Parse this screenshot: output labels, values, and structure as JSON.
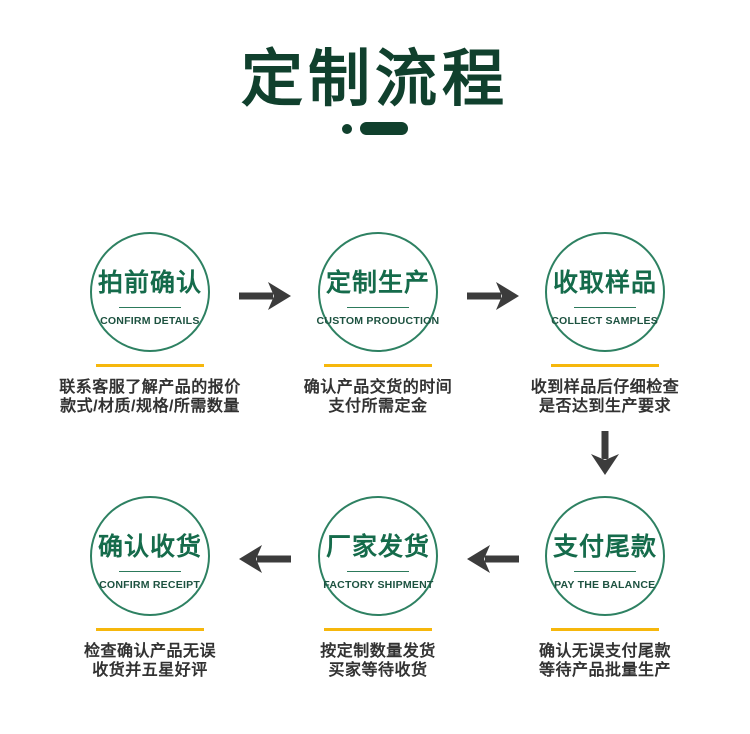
{
  "header": {
    "title": "定制流程"
  },
  "colors": {
    "title_green": "#10402d",
    "circle_border_green": "#2e8162",
    "step_zh_green": "#156b4b",
    "step_en_green": "#1d5240",
    "accent_yellow": "#f6b70c",
    "arrow_gray": "#3c3c3c",
    "body_text": "#323232",
    "page_bg": "#ffffff"
  },
  "icons": {
    "flow_arrows": [
      "arrow-right",
      "arrow-right",
      "arrow-down",
      "arrow-left",
      "arrow-left"
    ],
    "title_decoration": [
      "dot",
      "dash"
    ]
  },
  "steps": [
    {
      "zh": "拍前确认",
      "en": "CONFIRM DETAILS",
      "desc_line1": "联系客服了解产品的报价",
      "desc_line2": "款式/材质/规格/所需数量"
    },
    {
      "zh": "定制生产",
      "en": "CUSTOM PRODUCTION",
      "desc_line1": "确认产品交货的时间",
      "desc_line2": "支付所需定金"
    },
    {
      "zh": "收取样品",
      "en": "COLLECT SAMPLES",
      "desc_line1": "收到样品后仔细检查",
      "desc_line2": "是否达到生产要求"
    },
    {
      "zh": "支付尾款",
      "en": "PAY THE BALANCE",
      "desc_line1": "确认无误支付尾款",
      "desc_line2": "等待产品批量生产"
    },
    {
      "zh": "厂家发货",
      "en": "FACTORY SHIPMENT",
      "desc_line1": "按定制数量发货",
      "desc_line2": "买家等待收货"
    },
    {
      "zh": "确认收货",
      "en": "CONFIRM RECEIPT",
      "desc_line1": "检查确认产品无误",
      "desc_line2": "收货并五星好评"
    }
  ]
}
